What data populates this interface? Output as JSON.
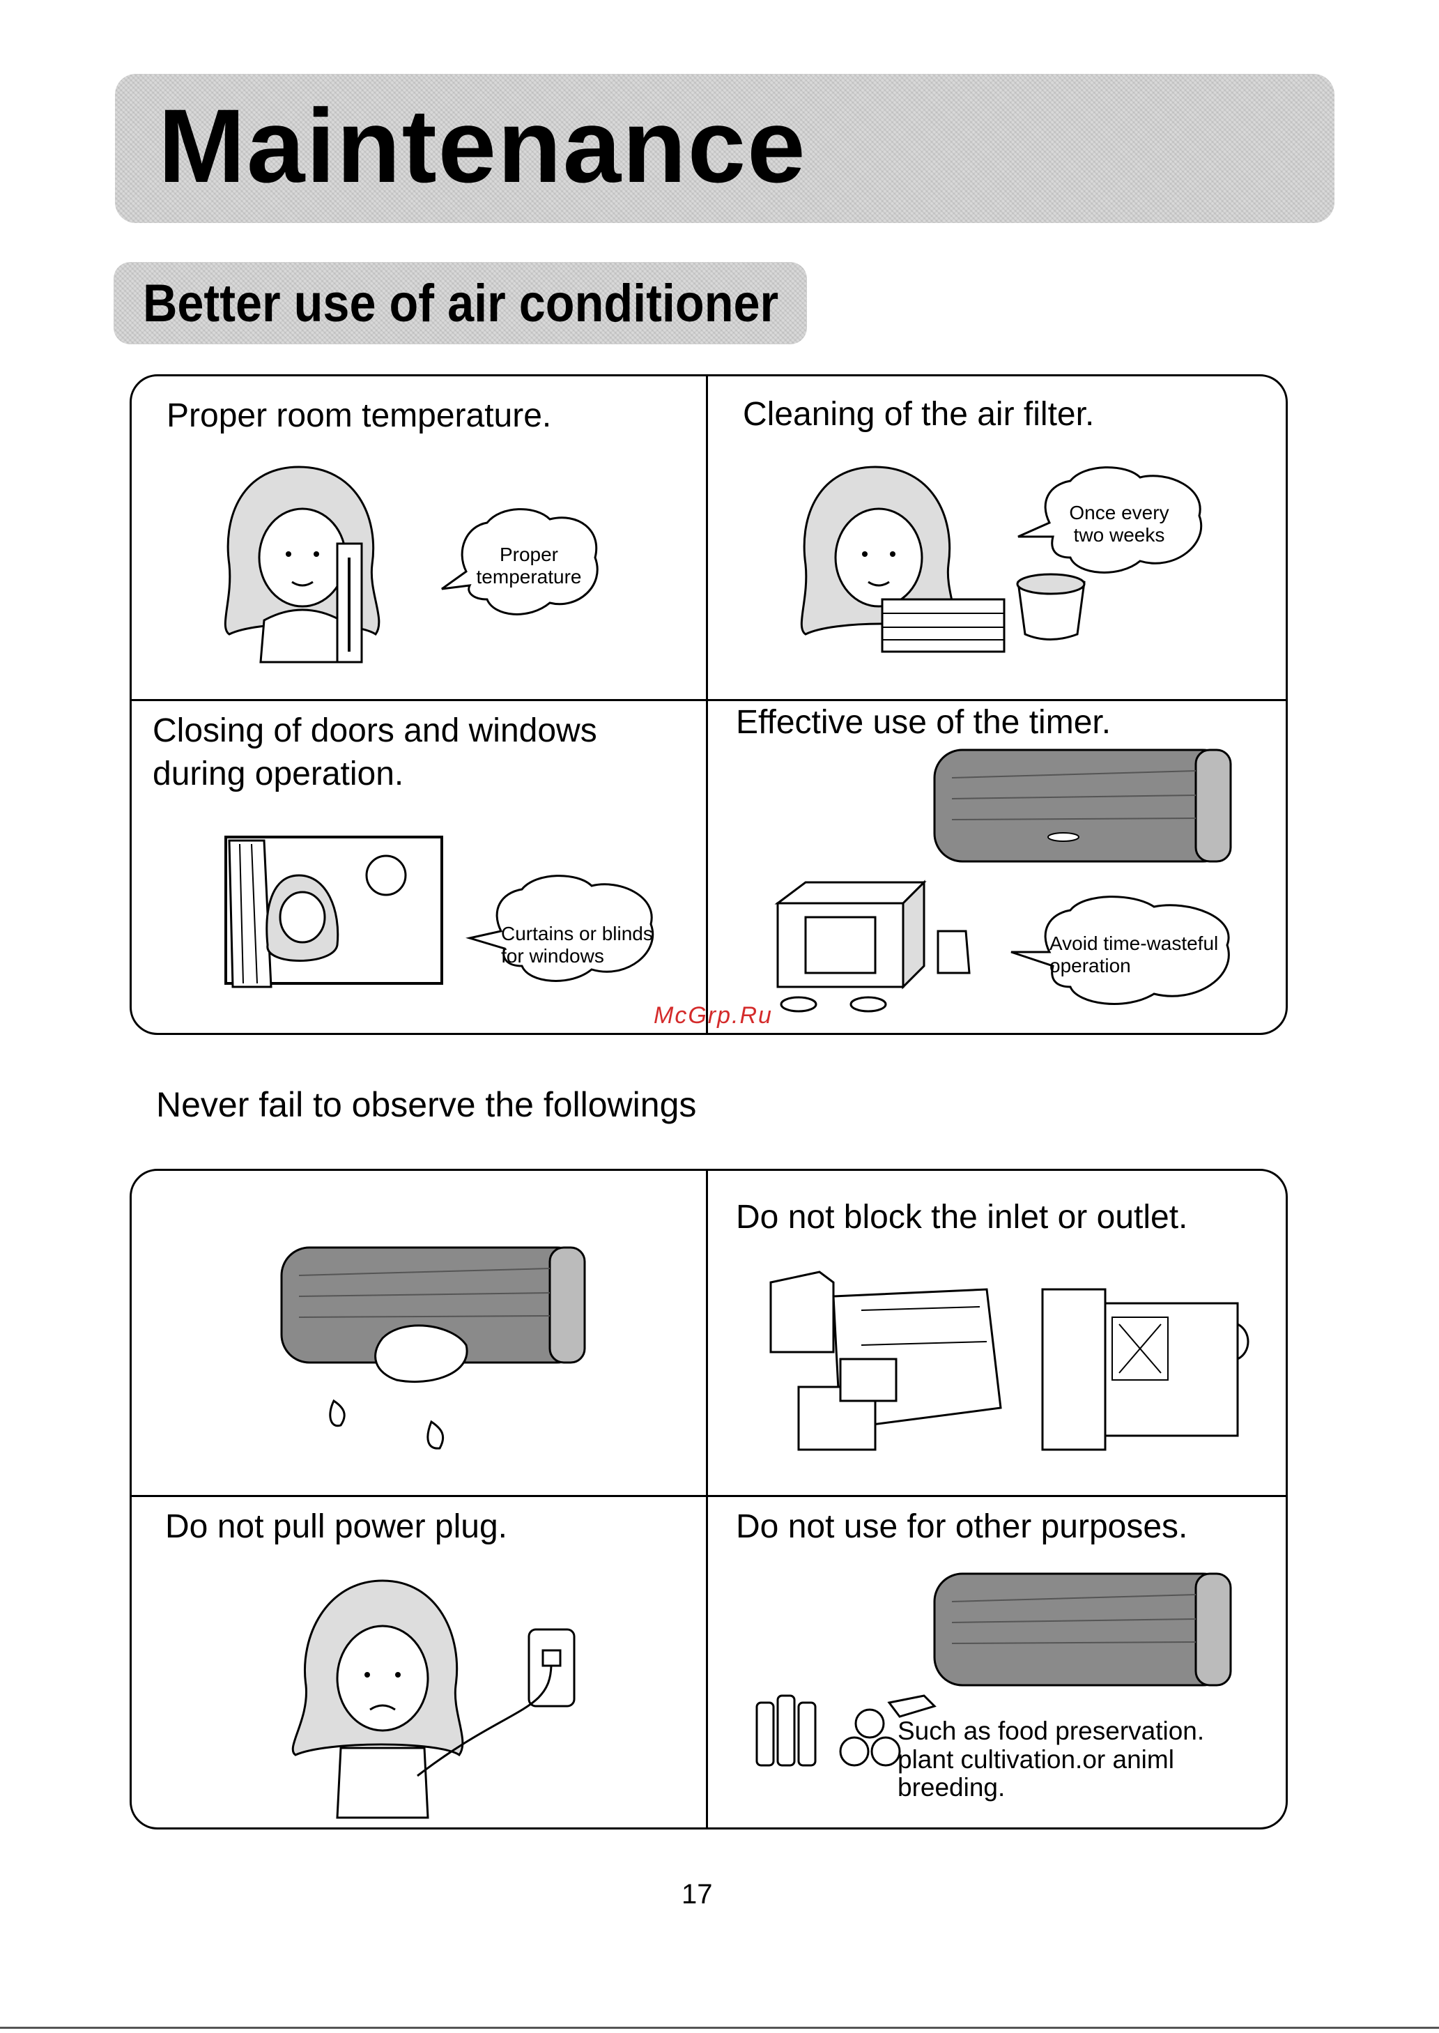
{
  "header": {
    "title": "Maintenance",
    "subtitle": "Better use of air conditioner"
  },
  "better_use": {
    "cells": [
      {
        "title": "Proper room temperature.",
        "bubble": "Proper\ntemperature"
      },
      {
        "title": "Cleaning of the air filter.",
        "bubble": "Once every\ntwo weeks"
      },
      {
        "title": "Closing of doors and windows\nduring operation.",
        "bubble": "Curtains or blinds\nfor windows"
      },
      {
        "title": "Effective use of the timer.",
        "bubble": "Avoid time-wasteful\noperation"
      }
    ]
  },
  "observe": {
    "heading": "Never fail to observe the followings",
    "cells": [
      {
        "title": ""
      },
      {
        "title": "Do not block the inlet or outlet."
      },
      {
        "title": "Do not pull power plug."
      },
      {
        "title": "Do not use for other purposes.",
        "note": "Such as food preservation.\nplant cultivation.or animl\nbreeding."
      }
    ]
  },
  "watermark": "McGrp.Ru",
  "page_number": "17"
}
